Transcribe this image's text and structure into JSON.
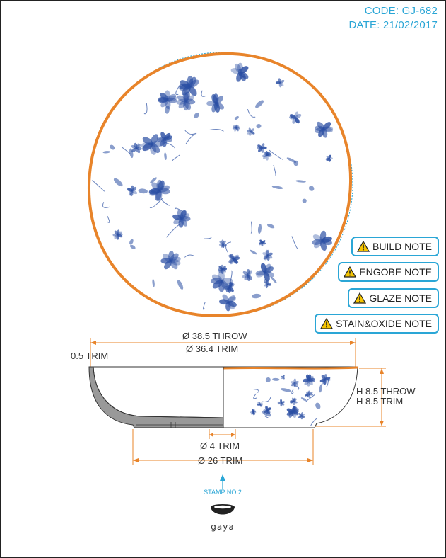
{
  "header": {
    "code": "CODE: GJ-682",
    "date": "DATE: 21/02/2017"
  },
  "notes": [
    {
      "label": "BUILD NOTE",
      "icon": "warning-icon"
    },
    {
      "label": "ENGOBE NOTE",
      "icon": "warning-icon"
    },
    {
      "label": "GLAZE NOTE",
      "icon": "warning-icon"
    },
    {
      "label": "STAIN&OXIDE NOTE",
      "icon": "warning-icon"
    }
  ],
  "dimensions": {
    "diameter_throw": "Ø 38.5 THROW",
    "diameter_trim": "Ø 36.4 TRIM",
    "rim_trim": "0.5 TRIM",
    "height_throw": "H 8.5 THROW",
    "height_trim": "H 8.5 TRIM",
    "inner_foot_trim": "Ø 4 TRIM",
    "foot_trim": "Ø 26 TRIM"
  },
  "stamp": {
    "label": "STAMP NO.2",
    "brand": "gaya"
  },
  "colors": {
    "accent_blue": "#2aa6d6",
    "rim_orange": "#e8842a",
    "floral_blue": "#2a4ea3",
    "warning_yellow": "#f5c400"
  }
}
